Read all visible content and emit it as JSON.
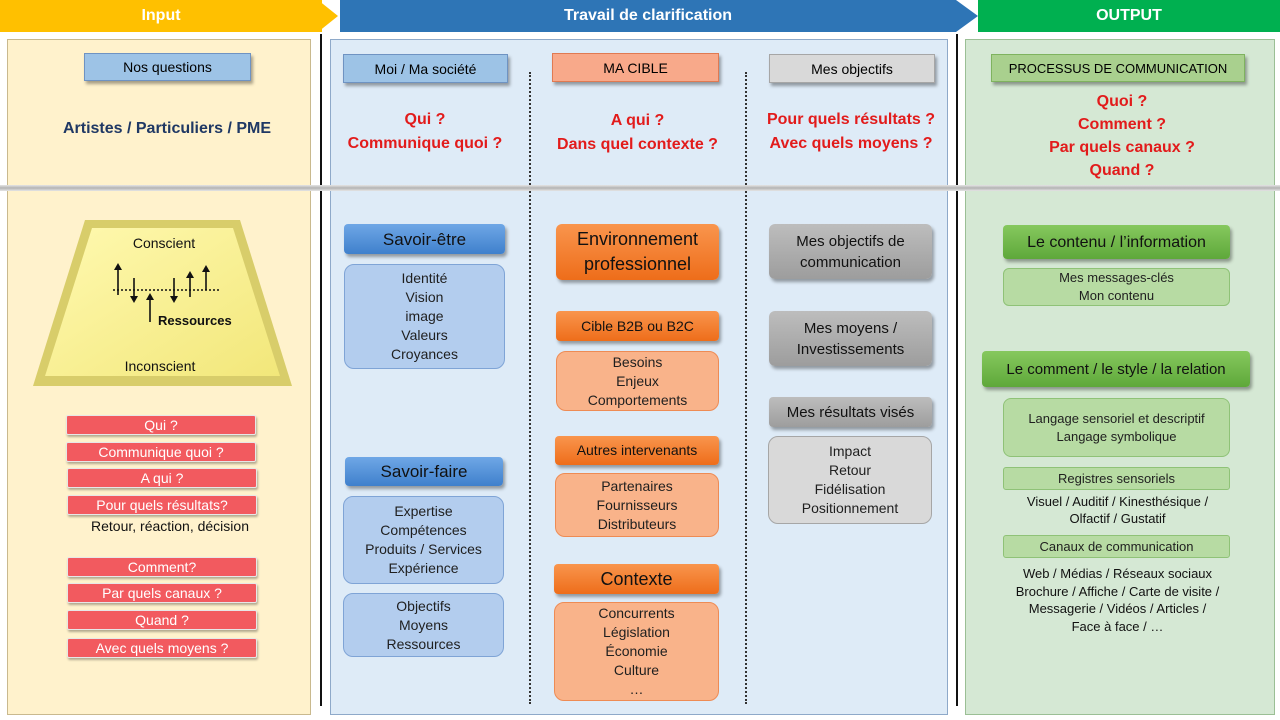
{
  "headers": {
    "input": "Input",
    "clarification": "Travail de clarification",
    "output": "OUTPUT"
  },
  "input": {
    "label": "Nos questions",
    "audience": "Artistes / Particuliers / PME",
    "conscient": "Conscient",
    "ressources": "Ressources",
    "inconscient": "Inconscient",
    "questions_a": [
      "Qui ?",
      "Communique quoi ?",
      "A qui ?",
      "Pour quels résultats?"
    ],
    "retour": "Retour, réaction, décision",
    "questions_b": [
      "Comment?",
      "Par quels canaux ?",
      "Quand ?",
      "Avec quels moyens ?"
    ]
  },
  "moi": {
    "label": "Moi / Ma société",
    "q1": "Qui ?",
    "q2": "Communique quoi ?",
    "savoir_etre": "Savoir-être",
    "savoir_etre_items": [
      "Identité",
      "Vision",
      "image",
      "Valeurs",
      "Croyances"
    ],
    "savoir_faire": "Savoir-faire",
    "savoir_faire_items": [
      "Expertise",
      "Compétences",
      "Produits / Services",
      "Expérience"
    ],
    "objectifs_items": [
      "Objectifs",
      "Moyens",
      "Ressources"
    ]
  },
  "cible": {
    "label": "MA CIBLE",
    "q1": "A qui ?",
    "q2": "Dans quel contexte ?",
    "env_line1": "Environnement",
    "env_line2": "professionnel",
    "b2b": "Cible B2B ou B2C",
    "b2b_items": [
      "Besoins",
      "Enjeux",
      "Comportements"
    ],
    "autres": "Autres intervenants",
    "autres_items": [
      "Partenaires",
      "Fournisseurs",
      "Distributeurs"
    ],
    "contexte": "Contexte",
    "contexte_items": [
      "Concurrents",
      "Législation",
      "Économie",
      "Culture",
      "…"
    ]
  },
  "objectifs": {
    "label": "Mes objectifs",
    "q1": "Pour quels résultats ?",
    "q2": "Avec quels moyens ?",
    "comm_line1": "Mes objectifs de",
    "comm_line2": "communication",
    "moyens_line1": "Mes moyens /",
    "moyens_line2": "Investissements",
    "resultats": "Mes résultats visés",
    "resultats_items": [
      "Impact",
      "Retour",
      "Fidélisation",
      "Positionnement"
    ]
  },
  "output": {
    "label": "PROCESSUS DE COMMUNICATION",
    "questions": [
      "Quoi ?",
      "Comment ?",
      "Par quels canaux ?",
      "Quand ?"
    ],
    "contenu": "Le contenu / l’information",
    "contenu_items": [
      "Mes messages-clés",
      "Mon contenu"
    ],
    "comment": "Le comment / le style / la relation",
    "langage_items": [
      "Langage sensoriel et descriptif",
      "Langage symbolique"
    ],
    "registres": "Registres sensoriels",
    "registres_lines": [
      "Visuel / Auditif / Kinesthésique /",
      "Olfactif / Gustatif"
    ],
    "canaux": "Canaux de communication",
    "canaux_lines": [
      "Web / Médias / Réseaux sociaux",
      "Brochure / Affiche / Carte de visite /",
      "Messagerie / Vidéos / Articles /",
      "Face à face / …"
    ]
  },
  "colors": {
    "input_header": "#ffc000",
    "clarif_header": "#2e75b6",
    "output_header": "#00b050",
    "input_bg": "#fff2cc",
    "clarif_bg": "#deebf7",
    "output_bg": "#d5e8d4",
    "question_red": "#e21b1b"
  }
}
